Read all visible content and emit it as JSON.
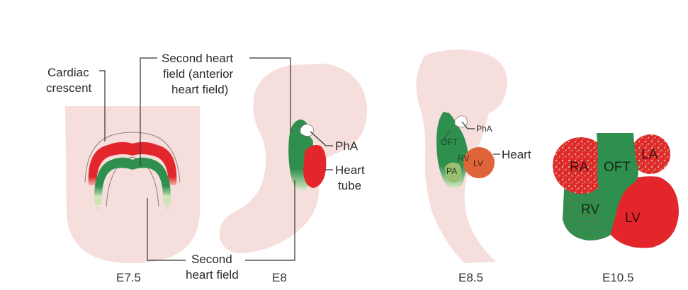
{
  "colors": {
    "embryo": "#f5dedb",
    "embryo_outline": "#8f7f7c",
    "first_heart_field": "#e3262c",
    "second_heart_field": "#2f8f4e",
    "light_green": "#cfe3b7",
    "heart_orange": "#e0643a",
    "speckle": "#c9b27a"
  },
  "labels": {
    "cardiac_crescent_1": "Cardiac",
    "cardiac_crescent_2": "crescent",
    "shf_anterior_1": "Second heart",
    "shf_anterior_2": "field (anterior",
    "shf_anterior_3": "heart field)",
    "shf_1": "Second",
    "shf_2": "heart field",
    "pha_e8": "PhA",
    "heart_tube_1": "Heart",
    "heart_tube_2": "tube",
    "pha_e85": "PhA",
    "heart_e85": "Heart",
    "oft_e85": "OFT",
    "rv_e85": "RV",
    "lv_e85": "LV",
    "pa_e85": "PA",
    "ra": "RA",
    "oft": "OFT",
    "la": "LA",
    "rv": "RV",
    "lv": "LV"
  },
  "stages": [
    "E7.5",
    "E8",
    "E8.5",
    "E10.5"
  ]
}
